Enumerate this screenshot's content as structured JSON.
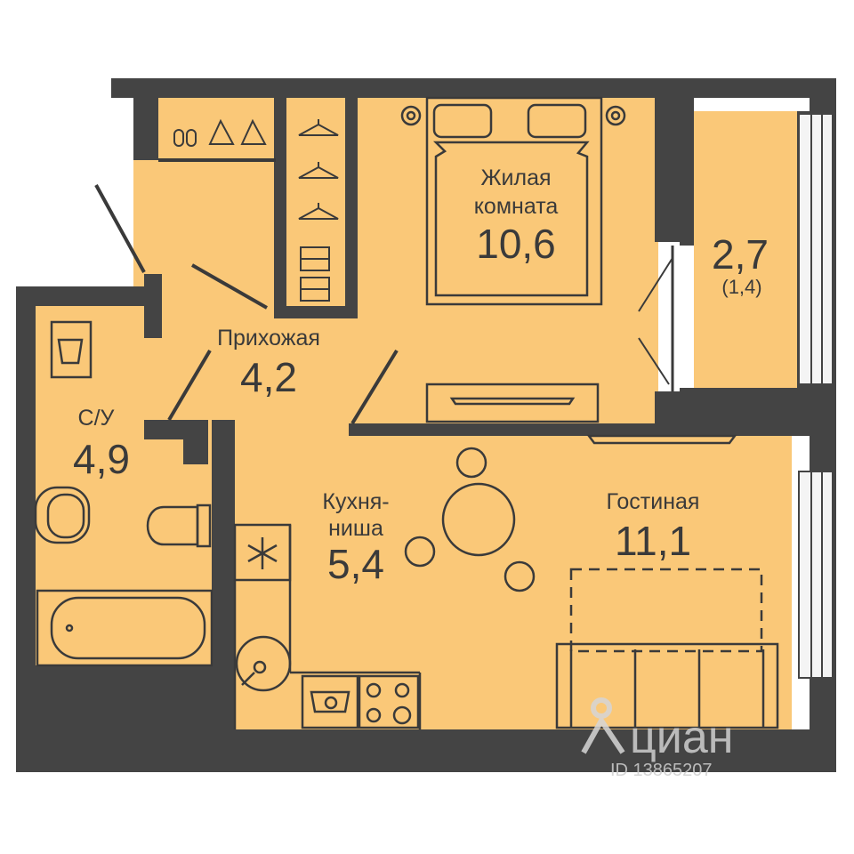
{
  "plan": {
    "colors": {
      "floor": "#FAC878",
      "wall": "#444444",
      "line": "#3a3a3a",
      "window": "#f4f4f4"
    },
    "rooms": {
      "living_room": {
        "name_line1": "Жилая",
        "name_line2": "комната",
        "area": "10,6"
      },
      "balcony": {
        "area": "2,7",
        "sub": "(1,4)"
      },
      "hallway": {
        "name": "Прихожая",
        "area": "4,2"
      },
      "bathroom": {
        "name": "С/У",
        "area": "4,9"
      },
      "kitchen": {
        "name_line1": "Кухня-",
        "name_line2": "ниша",
        "area": "5,4"
      },
      "lounge": {
        "name": "Гостиная",
        "area": "11,1"
      }
    },
    "icons": [
      "bed-icon",
      "wardrobe-hanger-icon",
      "slippers-icon",
      "tv-icon",
      "dining-table-icon",
      "sofa-icon",
      "bathtub-icon",
      "toilet-icon",
      "sink-icon",
      "washing-machine-icon",
      "fridge-snowflake-icon",
      "stove-icon",
      "dishwasher-icon",
      "door-swing-icon",
      "window-icon"
    ]
  },
  "watermark": {
    "brand": "циан",
    "id": "ID 13865207"
  }
}
